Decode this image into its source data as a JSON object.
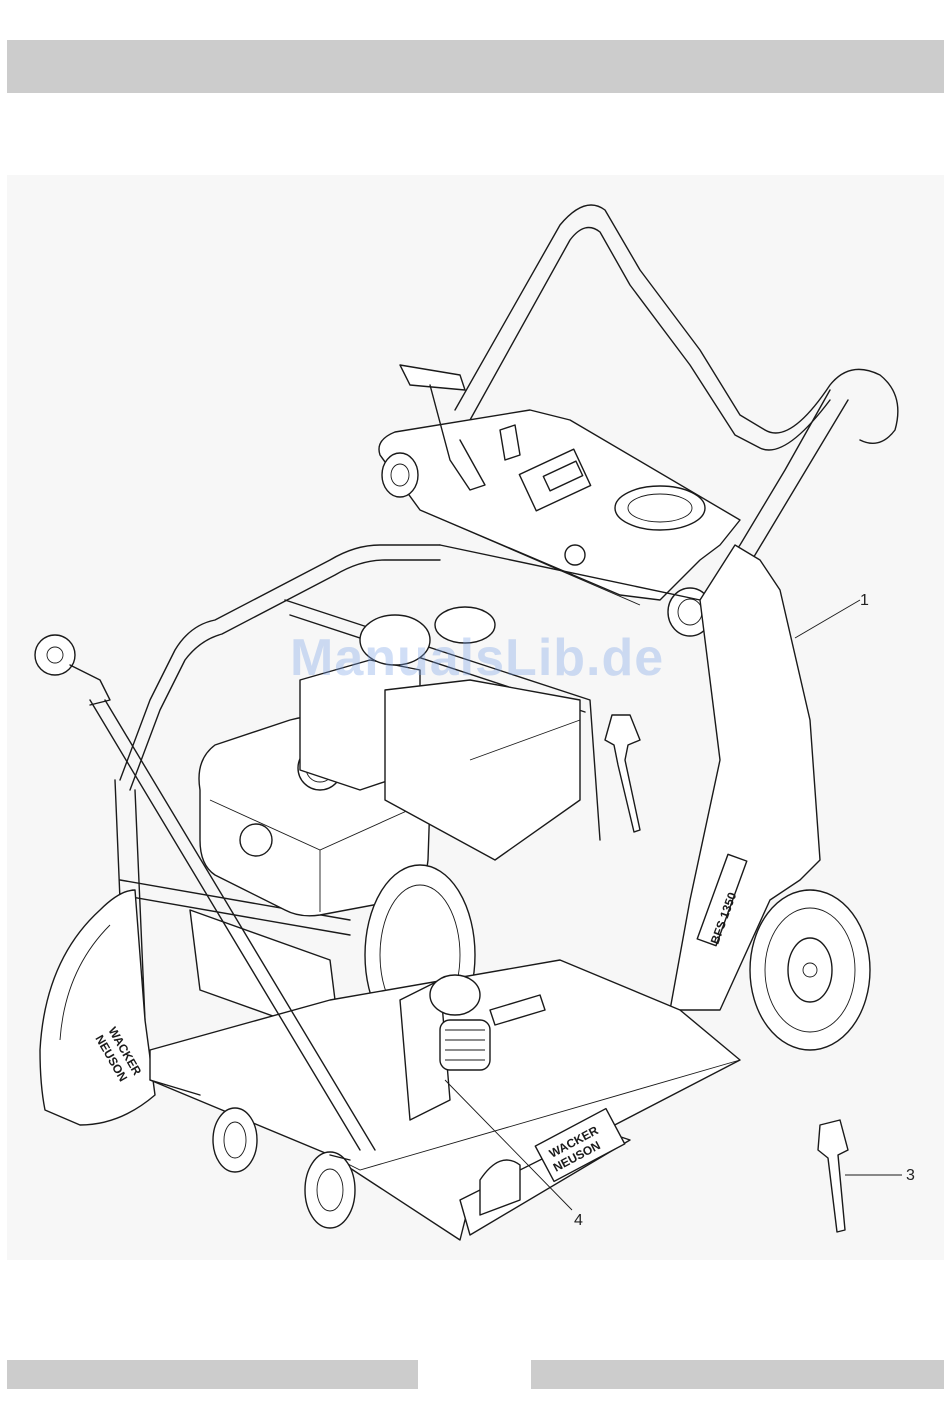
{
  "header": {
    "title": ""
  },
  "figure": {
    "callouts": [
      {
        "id": "callout-1",
        "label": "1"
      },
      {
        "id": "callout-3",
        "label": "3"
      },
      {
        "id": "callout-4",
        "label": "4"
      }
    ],
    "watermark": "ManualsLib.de",
    "brand_marks": [
      "WACKER",
      "NEUSON"
    ],
    "model_mark": "BFS 1350"
  },
  "footer": {
    "left": "",
    "right": ""
  }
}
